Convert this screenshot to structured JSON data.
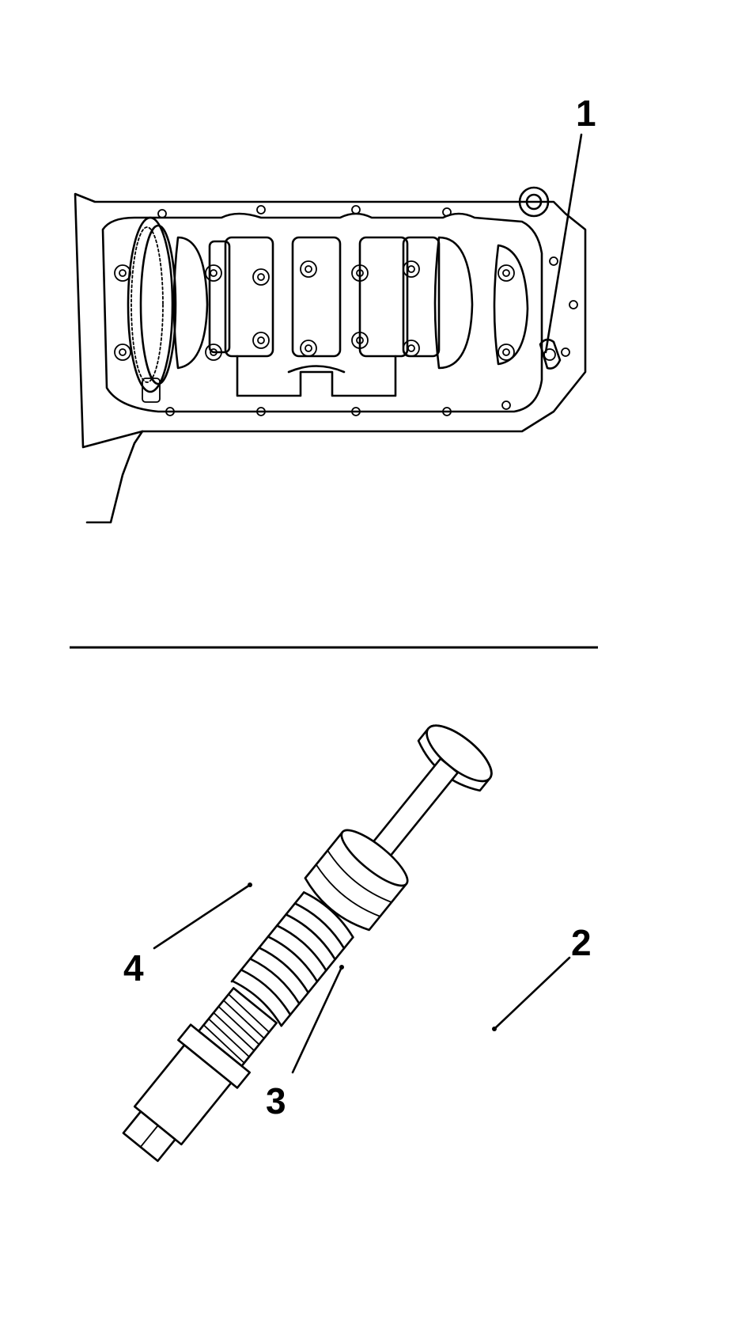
{
  "callouts": {
    "engine_block_oil_valve": "1",
    "valve_body": "2",
    "valve_spring": "3",
    "valve_piston": "4"
  },
  "colors": {
    "ink": "#000000",
    "paper": "#ffffff"
  }
}
